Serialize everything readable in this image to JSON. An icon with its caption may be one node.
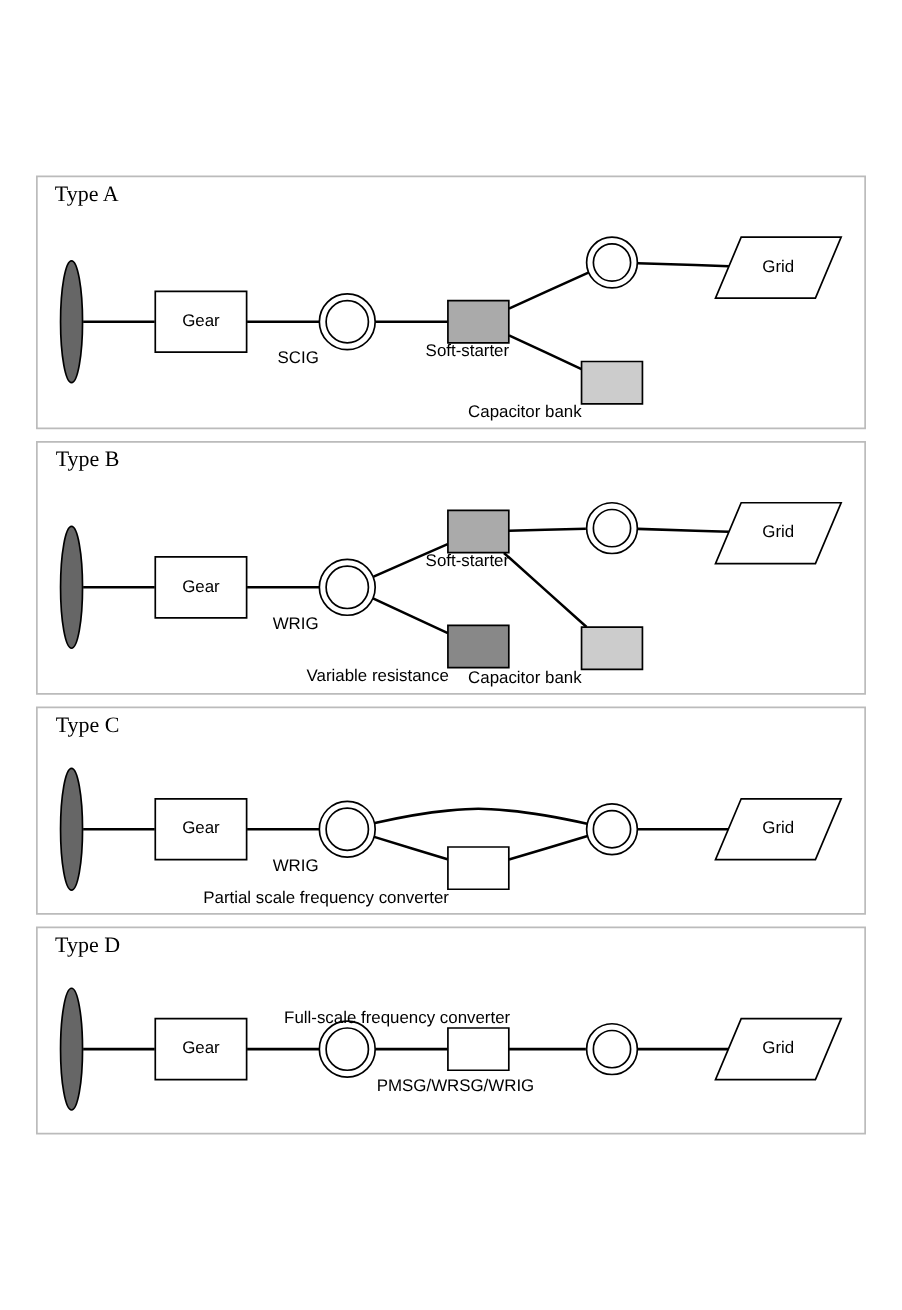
{
  "diagram": {
    "nodes": [
      {
        "text": [
          "Type A"
        ]
      },
      {
        "text": [],
        "shape": "propeller",
        "in": 0
      },
      {
        "text": [
          "Gear"
        ],
        "in": 0
      },
      {
        "text": [],
        "shape": "circle",
        "beside": [
          "SCIG"
        ],
        "in": 0
      },
      {
        "text": [],
        "shape": "box",
        "beside": [
          "Soft-starter"
        ],
        "in": 0
      },
      {
        "text": [],
        "shape": "box",
        "beside": [
          "Capacitor bank"
        ],
        "in": 0
      },
      {
        "text": [],
        "shape": "transformer",
        "in": 0
      },
      {
        "text": [
          "Grid"
        ],
        "in": 0
      },
      {
        "text": [
          "Type B"
        ]
      },
      {
        "text": [],
        "shape": "propeller",
        "in": 8
      },
      {
        "text": [
          "Gear"
        ],
        "in": 8
      },
      {
        "text": [],
        "shape": "circle",
        "beside": [
          "WRIG"
        ],
        "in": 8
      },
      {
        "text": [],
        "shape": "box",
        "beside": [
          "Variable resistance"
        ],
        "in": 8
      },
      {
        "text": [],
        "shape": "box",
        "beside": [
          "Soft-starter"
        ],
        "in": 8
      },
      {
        "text": [],
        "shape": "box",
        "beside": [
          "Capacitor bank"
        ],
        "in": 8
      },
      {
        "text": [],
        "shape": "transformer",
        "in": 8
      },
      {
        "text": [
          "Grid"
        ],
        "in": 8
      },
      {
        "text": [
          "Type C"
        ]
      },
      {
        "text": [],
        "shape": "propeller",
        "in": 17
      },
      {
        "text": [
          "Gear"
        ],
        "in": 17
      },
      {
        "text": [],
        "shape": "circle",
        "beside": [
          "WRIG"
        ],
        "in": 17
      },
      {
        "text": [],
        "shape": "box",
        "beside": [
          "Partial scale frequency converter"
        ],
        "in": 17
      },
      {
        "text": [],
        "shape": "transformer",
        "in": 17
      },
      {
        "text": [
          "Grid"
        ],
        "in": 17
      },
      {
        "text": [
          "Type D"
        ]
      },
      {
        "text": [],
        "shape": "propeller",
        "in": 24
      },
      {
        "text": [
          "Gear"
        ],
        "in": 24
      },
      {
        "text": [],
        "shape": "circle",
        "beside": [
          "PMSG/WRSG/WRIG"
        ],
        "in": 24
      },
      {
        "text": [],
        "shape": "box",
        "beside": [
          "Full-scale frequency converter"
        ],
        "in": 24
      },
      {
        "text": [],
        "shape": "transformer",
        "in": 24
      },
      {
        "text": [
          "Grid"
        ],
        "in": 24
      }
    ],
    "edges": [
      {
        "from": 1,
        "to": 2,
        "arrow": "none"
      },
      {
        "from": 2,
        "to": 3,
        "arrow": "none"
      },
      {
        "from": 3,
        "to": 4,
        "arrow": "none"
      },
      {
        "from": 4,
        "to": 6,
        "arrow": "none"
      },
      {
        "from": 4,
        "to": 5,
        "arrow": "none"
      },
      {
        "from": 6,
        "to": 7,
        "arrow": "none"
      },
      {
        "from": 9,
        "to": 10,
        "arrow": "none"
      },
      {
        "from": 10,
        "to": 11,
        "arrow": "none"
      },
      {
        "from": 11,
        "to": 12,
        "arrow": "none"
      },
      {
        "from": 11,
        "to": 13,
        "arrow": "none"
      },
      {
        "from": 13,
        "to": 15,
        "arrow": "none"
      },
      {
        "from": 13,
        "to": 14,
        "arrow": "none"
      },
      {
        "from": 15,
        "to": 16,
        "arrow": "none"
      },
      {
        "from": 18,
        "to": 19,
        "arrow": "none"
      },
      {
        "from": 19,
        "to": 20,
        "arrow": "none"
      },
      {
        "from": 20,
        "to": 21,
        "arrow": "none"
      },
      {
        "from": 21,
        "to": 22,
        "arrow": "none"
      },
      {
        "from": 20,
        "to": 22,
        "arrow": "none"
      },
      {
        "from": 22,
        "to": 23,
        "arrow": "none"
      },
      {
        "from": 25,
        "to": 26,
        "arrow": "none"
      },
      {
        "from": 26,
        "to": 27,
        "arrow": "none"
      },
      {
        "from": 27,
        "to": 28,
        "arrow": "none"
      },
      {
        "from": 28,
        "to": 29,
        "arrow": "none"
      },
      {
        "from": 29,
        "to": 30,
        "arrow": "none"
      }
    ]
  }
}
